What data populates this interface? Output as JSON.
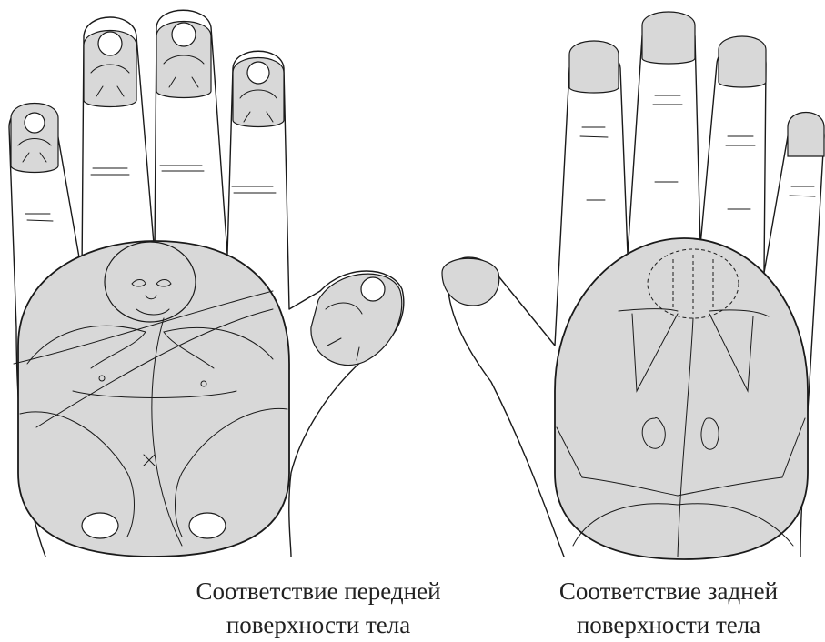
{
  "captions": {
    "front": {
      "line1": "Соответствие передней",
      "line2": "поверхности тела"
    },
    "back": {
      "line1": "Соответствие задней",
      "line2": "поверхности тела"
    }
  },
  "colors": {
    "fill": "#d8d8d8",
    "stroke": "#1a1a1a",
    "background": "#ffffff"
  }
}
